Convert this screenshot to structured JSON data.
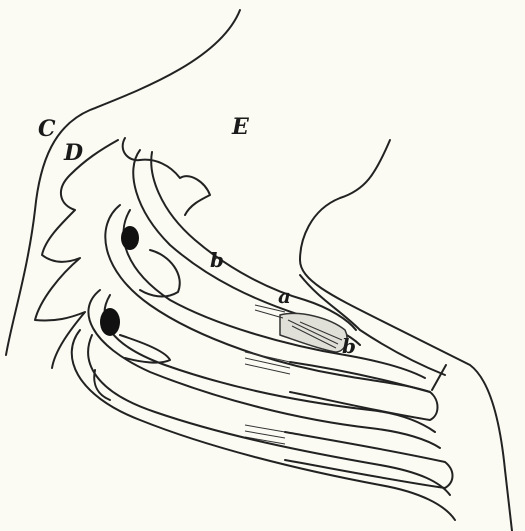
{
  "figure": {
    "labels": {
      "C": "C",
      "D": "D",
      "E": "E",
      "a": "a",
      "b_upper": "b",
      "b_lower": "b"
    }
  }
}
